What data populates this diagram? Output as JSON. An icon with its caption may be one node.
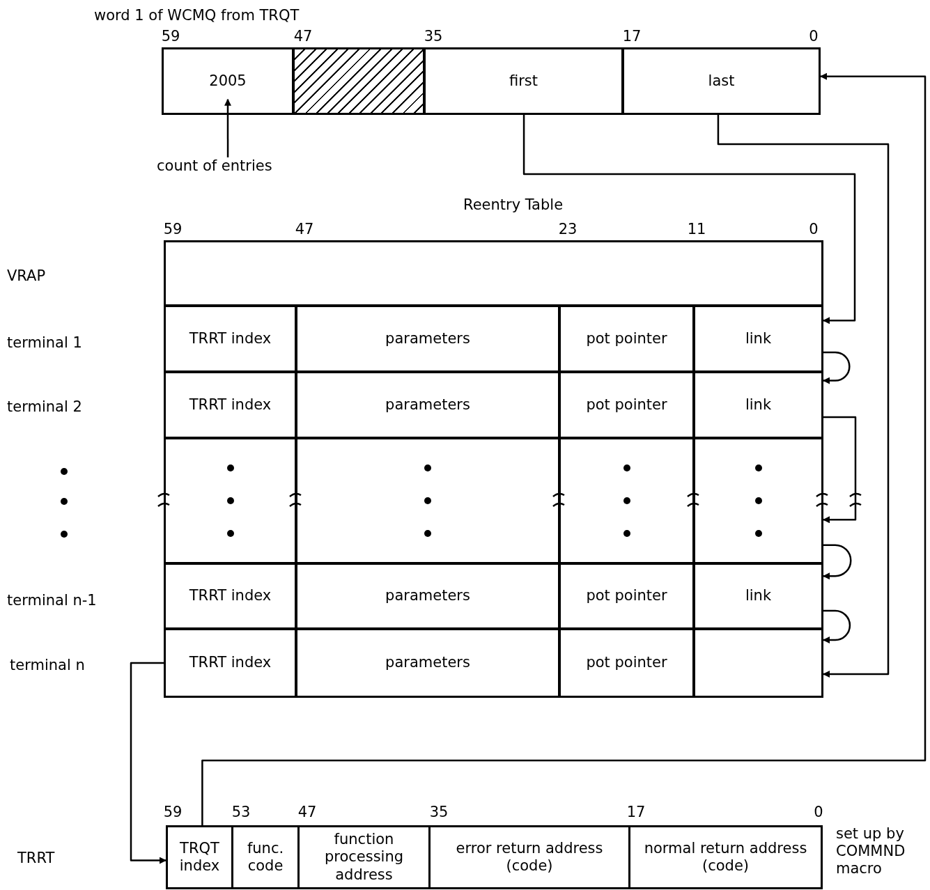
{
  "diagram": {
    "nodes": [
      {
        "text": [
          "2005"
        ]
      },
      {
        "text": [],
        "shape": "box"
      },
      {
        "text": [
          "first"
        ]
      },
      {
        "text": [
          "last"
        ]
      },
      {
        "text": [
          "count of entries"
        ]
      },
      {
        "text": [],
        "shape": "box"
      },
      {
        "text": [
          "TRRT index"
        ]
      },
      {
        "text": [
          "parameters"
        ]
      },
      {
        "text": [
          "pot pointer"
        ]
      },
      {
        "text": [
          "link"
        ]
      },
      {
        "text": [
          "TRRT index"
        ]
      },
      {
        "text": [
          "parameters"
        ]
      },
      {
        "text": [
          "pot pointer"
        ]
      },
      {
        "text": [
          "link"
        ]
      },
      {
        "text": [],
        "shape": "box"
      },
      {
        "text": [],
        "shape": "box"
      },
      {
        "text": [],
        "shape": "box"
      },
      {
        "text": [],
        "shape": "box"
      },
      {
        "text": [
          "TRRT index"
        ]
      },
      {
        "text": [
          "parameters"
        ]
      },
      {
        "text": [
          "pot pointer"
        ]
      },
      {
        "text": [
          "link"
        ]
      },
      {
        "text": [
          "TRRT index"
        ]
      },
      {
        "text": [
          "parameters"
        ]
      },
      {
        "text": [
          "pot pointer"
        ]
      },
      {
        "text": [],
        "shape": "box"
      },
      {
        "text": [
          "TRQT index"
        ]
      },
      {
        "text": [
          "func. code"
        ]
      },
      {
        "text": [
          "function processing address"
        ]
      },
      {
        "text": [
          "error return address (code)"
        ]
      },
      {
        "text": [
          "normal return address (code)"
        ]
      }
    ],
    "edges": [
      {
        "from": 4,
        "to": 0,
        "arrow": "to"
      },
      {
        "from": 2,
        "to": 9,
        "arrow": "to"
      },
      {
        "from": 3,
        "to": 25,
        "arrow": "to"
      },
      {
        "from": 9,
        "to": 13,
        "arrow": "to"
      },
      {
        "from": 13,
        "to": 17,
        "arrow": "to"
      },
      {
        "from": 17,
        "to": 21,
        "arrow": "to"
      },
      {
        "from": 21,
        "to": 25,
        "arrow": "to"
      },
      {
        "from": 22,
        "to": 26,
        "arrow": "to"
      },
      {
        "from": 26,
        "to": 3,
        "arrow": "to"
      }
    ],
    "labels": [
      "word 1 of WCMQ from TRQT",
      "59",
      "47",
      "35",
      "17",
      "0",
      "Reentry Table",
      "59",
      "47",
      "23",
      "11",
      "0",
      "VRAP",
      "terminal 1",
      "terminal 2",
      "terminal n-1",
      "terminal n",
      "59",
      "53",
      "47",
      "35",
      "17",
      "0",
      "TRRT",
      "set up by COMMND macro"
    ]
  }
}
